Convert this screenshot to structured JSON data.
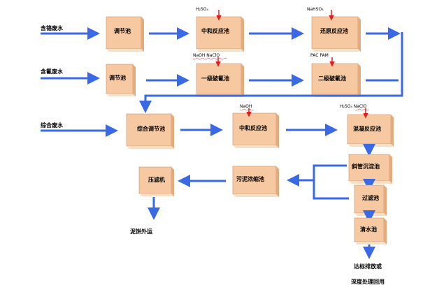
{
  "inputs": {
    "wastewater_a": "含铬废水",
    "wastewater_b": "含氰废水",
    "wastewater_c": "综合废水"
  },
  "units": {
    "adjust_1": "调节池",
    "neutral_1": "中和反应池",
    "reduction": "还原反应池",
    "adjust_2": "调节池",
    "oxid_1": "一级破氰池",
    "oxid_2": "二级破氰池",
    "adjust_3": "综合调节池",
    "neutral_2": "中和反应池",
    "coag": "混凝反应池",
    "settle": "斜管沉淀池",
    "filter": "过滤池",
    "clear": "清水池",
    "sludge_thick": "污泥浓缩池",
    "press": "压滤机"
  },
  "chemicals": {
    "h2so4_1": "H₂SO₄",
    "nahso3": "NaHSO₃",
    "naoh_naclo_1": "NaOH   NaClO",
    "pac_pam": "PAC   PAM",
    "naoh_2": "NaOH",
    "h2so4_naclo": "H₂SO₄   NaClO"
  },
  "outputs": {
    "sludge": "泥饼外运",
    "discharge": "达标排放或",
    "reuse": "深度处理回用"
  }
}
